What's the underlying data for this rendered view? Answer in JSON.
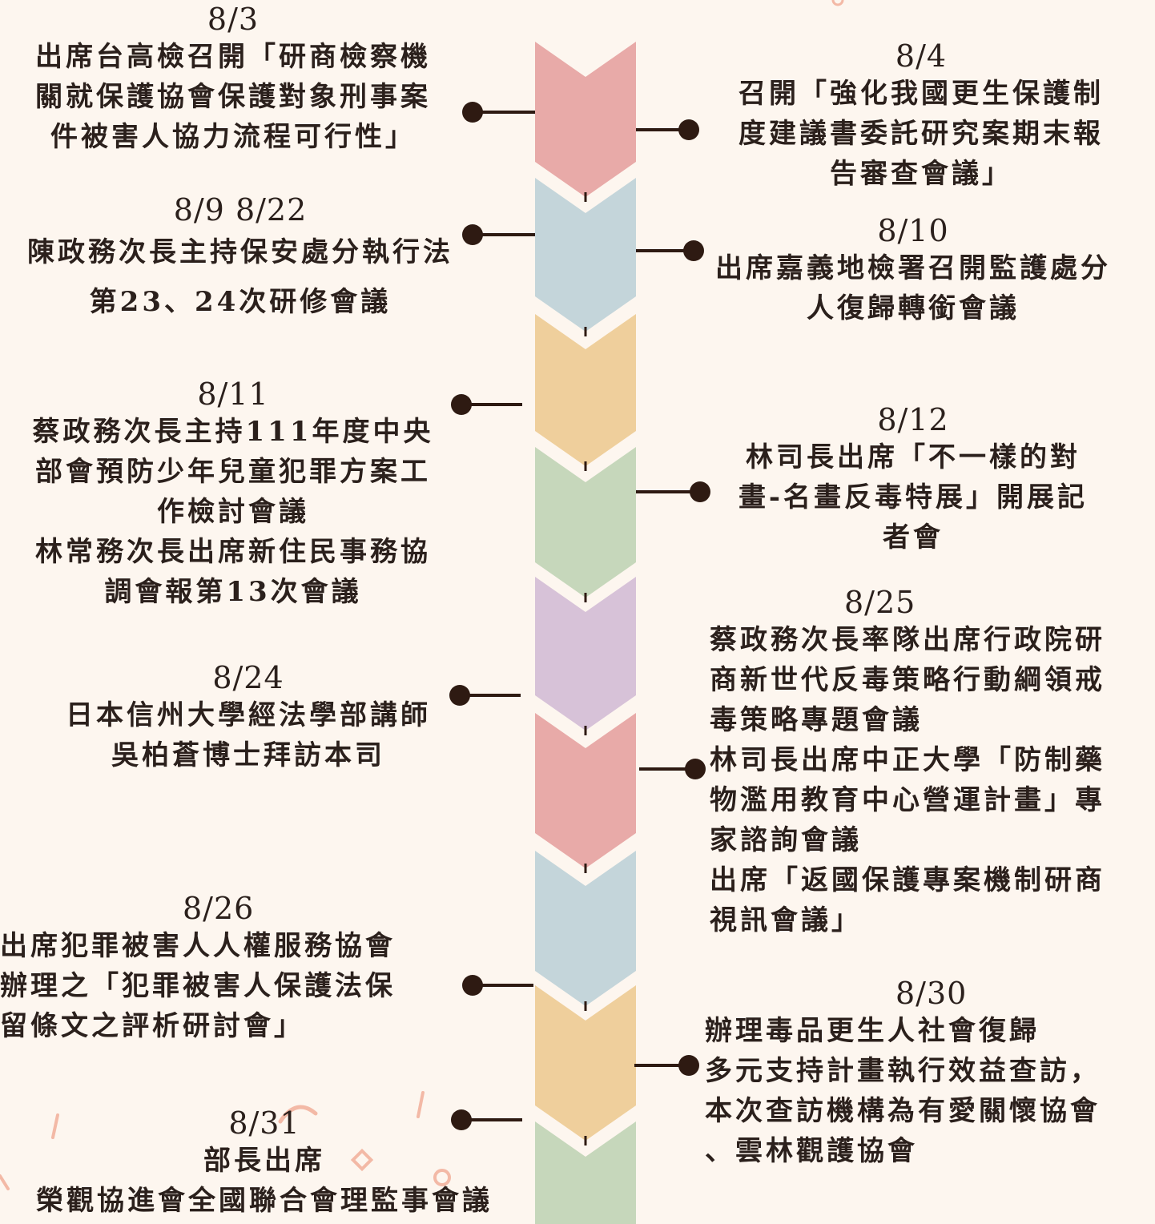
{
  "colors": {
    "background": "#fdf6ef",
    "pink": "#e8aaa8",
    "blue": "#c4d5da",
    "yellow": "#efcf9c",
    "green": "#c6d7bb",
    "purple": "#d7c2d8",
    "connector": "#2e1a12"
  },
  "spine_segments": [
    "pink",
    "blue",
    "yellow",
    "green",
    "purple",
    "pink",
    "blue",
    "yellow",
    "green"
  ],
  "events": [
    {
      "side": "left",
      "date": "8/3",
      "lines": [
        "出席台高檢召開「研商檢察機",
        "關就保護協會保護對象刑事案",
        "件被害人協力流程可行性」"
      ]
    },
    {
      "side": "right",
      "date": "8/4",
      "lines": [
        "召開「強化我國更生保護制",
        "度建議書委託研究案期末報",
        "告審查會議」"
      ]
    },
    {
      "side": "left",
      "date": "8/9 8/22",
      "lines": [
        "陳政務次長主持保安處分執行法",
        "第23、24次研修會議"
      ]
    },
    {
      "side": "right",
      "date": "8/10",
      "lines": [
        "出席嘉義地檢署召開監護處分",
        "人復歸轉銜會議"
      ]
    },
    {
      "side": "left",
      "date": "8/11",
      "lines": [
        "蔡政務次長主持111年度中央",
        "部會預防少年兒童犯罪方案工",
        "作檢討會議",
        "林常務次長出席新住民事務協",
        "調會報第13次會議"
      ]
    },
    {
      "side": "right",
      "date": "8/12",
      "lines": [
        "林司長出席「不一樣的對",
        "畫-名畫反毒特展」開展記",
        "者會"
      ]
    },
    {
      "side": "left",
      "date": "8/24",
      "lines": [
        "日本信州大學經法學部講師",
        "吳柏蒼博士拜訪本司"
      ]
    },
    {
      "side": "right",
      "date": "8/25",
      "lines": [
        "蔡政務次長率隊出席行政院研",
        "商新世代反毒策略行動綱領戒",
        "毒策略專題會議",
        "林司長出席中正大學「防制藥",
        "物濫用教育中心營運計畫」專",
        "家諮詢會議",
        "出席「返國保護專案機制研商",
        "視訊會議」"
      ]
    },
    {
      "side": "left",
      "date": "8/26",
      "lines": [
        "出席犯罪被害人人權服務協會",
        "辦理之「犯罪被害人保護法保",
        "留條文之評析研討會」"
      ]
    },
    {
      "side": "right",
      "date": "8/30",
      "lines": [
        "辦理毒品更生人社會復歸",
        "多元支持計畫執行效益查訪，",
        "本次查訪機構為有愛關懷協會",
        "、雲林觀護協會"
      ]
    },
    {
      "side": "left",
      "date": "8/31",
      "lines": [
        "部長出席",
        "榮觀協進會全國聯合會理監事會議"
      ]
    }
  ]
}
